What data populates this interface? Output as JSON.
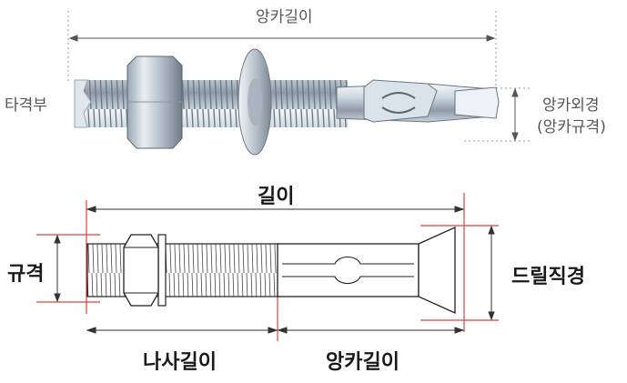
{
  "photo_section": {
    "length_label": "앙카길이",
    "head_label": "타격부",
    "diameter_label_line1": "앙카외경",
    "diameter_label_line2": "(앙카규격)"
  },
  "drawing_section": {
    "total_length_label": "길이",
    "spec_label": "규격",
    "drill_diameter_label": "드릴직경",
    "thread_length_label": "나사길이",
    "anchor_length_label": "앙카길이"
  },
  "colors": {
    "guide_line": "#e04040",
    "outline": "#1a1a1a",
    "metal_light": "#e6edf3",
    "metal_dark": "#7d8a96"
  }
}
